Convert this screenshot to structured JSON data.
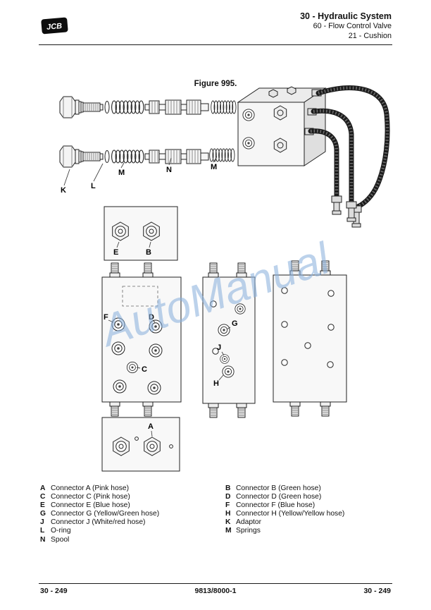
{
  "header": {
    "logo_text": "JCB",
    "title": "30 - Hydraulic System",
    "subtitle": "60 - Flow Control Valve",
    "section": "21 - Cushion"
  },
  "figure": {
    "caption": "Figure 995.",
    "watermark": "AutoManual",
    "labels": {
      "k": "K",
      "l": "L",
      "m1": "M",
      "n": "N",
      "m2": "M",
      "e": "E",
      "b": "B",
      "f": "F",
      "d": "D",
      "c": "C",
      "g": "G",
      "j": "J",
      "h": "H",
      "a": "A"
    }
  },
  "legend": {
    "left": [
      {
        "key": "A",
        "text": "Connector A (Pink hose)"
      },
      {
        "key": "C",
        "text": "Connector C (Pink hose)"
      },
      {
        "key": "E",
        "text": "Connector E (Blue hose)"
      },
      {
        "key": "G",
        "text": "Connector G (Yellow/Green hose)"
      },
      {
        "key": "J",
        "text": "Connector J (White/red hose)"
      },
      {
        "key": "L",
        "text": "O-ring"
      },
      {
        "key": "N",
        "text": "Spool"
      }
    ],
    "right": [
      {
        "key": "B",
        "text": "Connector B (Green hose)"
      },
      {
        "key": "D",
        "text": "Connector D (Green hose)"
      },
      {
        "key": "F",
        "text": "Connector F (Blue hose)"
      },
      {
        "key": "H",
        "text": "Connector H (Yellow/Yellow hose)"
      },
      {
        "key": "K",
        "text": "Adaptor"
      },
      {
        "key": "M",
        "text": "Springs"
      }
    ]
  },
  "footer": {
    "page_left": "30 - 249",
    "doc_ref": "9813/8000-1",
    "page_right": "30 - 249"
  },
  "colors": {
    "watermark": "#8cb2dd",
    "rule": "#1a1a1a"
  }
}
